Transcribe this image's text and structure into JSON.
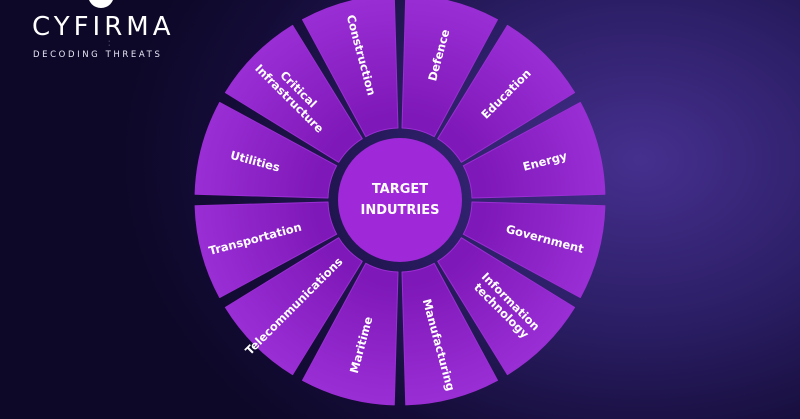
{
  "logo": {
    "name": "CYFIRMA",
    "tagline": "DECODING THREATS"
  },
  "center": {
    "line1": "TARGET",
    "line2": "INDUTRIES"
  },
  "segments": [
    {
      "lines": [
        "Construction"
      ]
    },
    {
      "lines": [
        "Defence"
      ]
    },
    {
      "lines": [
        "Education"
      ]
    },
    {
      "lines": [
        "Energy"
      ]
    },
    {
      "lines": [
        "Government"
      ]
    },
    {
      "lines": [
        "Information",
        "technology"
      ]
    },
    {
      "lines": [
        "Manufacturing"
      ]
    },
    {
      "lines": [
        "Maritime"
      ]
    },
    {
      "lines": [
        "Telecommunications"
      ]
    },
    {
      "lines": [
        "Transportation"
      ]
    },
    {
      "lines": [
        "Utilities"
      ]
    },
    {
      "lines": [
        "Critical",
        "Infrastructure"
      ]
    }
  ],
  "colors": {
    "segment": "#8d1fc6",
    "segment_edge": "#9b2ed4",
    "center": "#9f28d8",
    "text": "#ffffff"
  }
}
